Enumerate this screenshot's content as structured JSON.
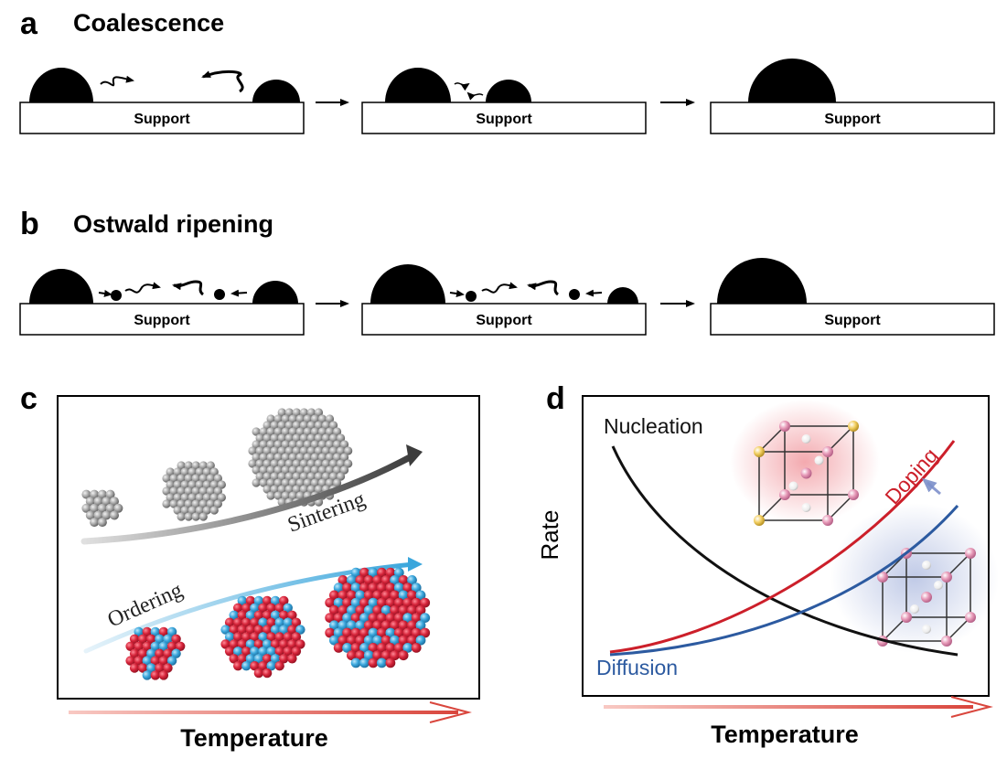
{
  "panel_a": {
    "letter": "a",
    "title": "Coalescence",
    "support_labels": [
      "Support",
      "Support",
      "Support"
    ]
  },
  "panel_b": {
    "letter": "b",
    "title": "Ostwald ripening",
    "support_labels": [
      "Support",
      "Support",
      "Support"
    ]
  },
  "panel_c": {
    "letter": "c",
    "upper_arrow_label": "Sintering",
    "lower_arrow_label": "Ordering",
    "x_axis_label": "Temperature"
  },
  "panel_d": {
    "letter": "d",
    "y_axis_label": "Rate",
    "x_axis_label": "Temperature",
    "curves": [
      {
        "label": "Nucleation",
        "color": "#111111"
      },
      {
        "label": "Doping",
        "color": "#cc1f2a"
      },
      {
        "label": "Diffusion",
        "color": "#2c5aa0"
      }
    ]
  },
  "colors": {
    "particle_gray": "#8e8e8e",
    "atom_red": "#d6243a",
    "atom_blue": "#3aa6dc",
    "temperature_arrow": "#d9463d"
  }
}
